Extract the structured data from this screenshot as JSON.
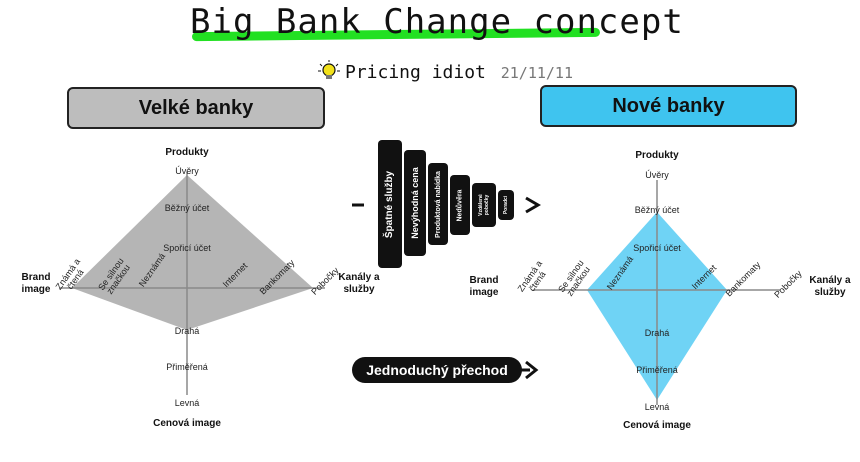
{
  "header": {
    "title": "Big Bank Change concept",
    "author": "Pricing idiot",
    "date": "21/11/11"
  },
  "left_panel": {
    "box_label": "Velké banky",
    "axis_top": "Produkty",
    "axis_bottom": "Cenová image",
    "axis_left": "Brand image",
    "axis_right": "Kanály a služby",
    "vertical_ticks": [
      "Úvěry",
      "Běžný účet",
      "Spořicí účet",
      "Drahá",
      "Přiměřená",
      "Levná"
    ],
    "horizontal_ticks": [
      "Známá a čtená",
      "Se silnou značkou",
      "Neznámá",
      "Internet",
      "Bankomaty",
      "Pobočky"
    ]
  },
  "right_panel": {
    "box_label": "Nové banky",
    "axis_top": "Produkty",
    "axis_bottom": "Cenová image",
    "axis_left": "Brand image",
    "axis_right": "Kanály a služby",
    "vertical_ticks": [
      "Úvěry",
      "Běžný účet",
      "Spořicí účet",
      "Drahá",
      "Přiměřená",
      "Levná"
    ],
    "horizontal_ticks": [
      "Známá a čtená",
      "Se silnou značkou",
      "Neznámá",
      "Internet",
      "Bankomaty",
      "Pobočky"
    ]
  },
  "middle": {
    "steps": [
      "Špatné služby",
      "Nevýhodná cena",
      "Produktová nabídka",
      "Nedůvěra",
      "Vzdálené pobočky",
      "Poradci"
    ],
    "pill_label": "Jednoduchý přechod"
  },
  "colors": {
    "highlight": "#22e022",
    "left_shape": "#b5b5b5",
    "right_shape": "#6fd3f5",
    "right_box": "#3fc4ef",
    "left_box": "#bdbdbd"
  }
}
